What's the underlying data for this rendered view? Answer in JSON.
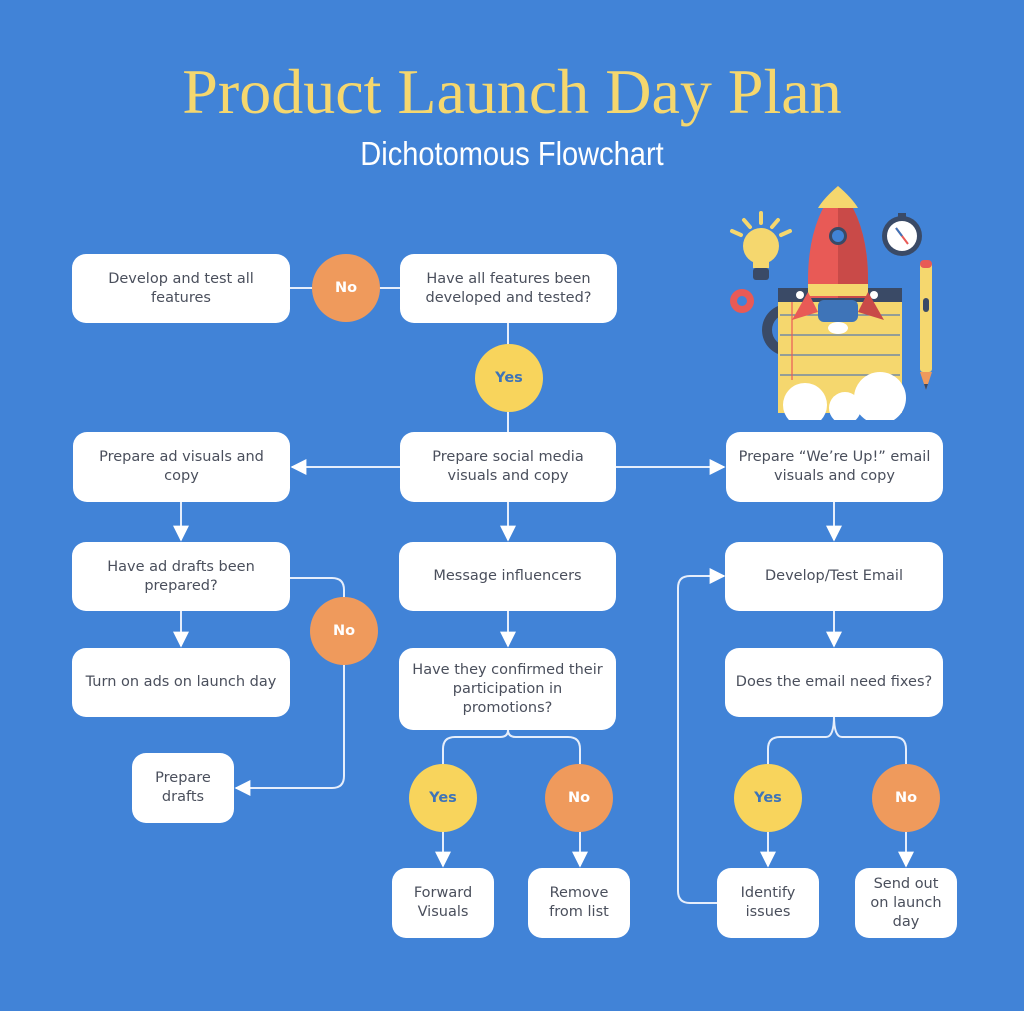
{
  "header": {
    "title": "Product Launch Day Plan",
    "subtitle": "Dichotomous Flowchart"
  },
  "colors": {
    "background": "#4183d7",
    "title": "#f5d76e",
    "node": "#ffffff",
    "yes": "#f8d45c",
    "no": "#ef9a5c",
    "connector": "#e6eefb"
  },
  "nodes": {
    "develop_test_features": "Develop and test all features",
    "features_developed_question": "Have all features been developed and tested?",
    "prepare_ad_visuals": "Prepare ad visuals and copy",
    "prepare_social_visuals": "Prepare social media visuals and copy",
    "prepare_email_visuals": "Prepare “We’re Up!” email visuals and copy",
    "ad_drafts_question": "Have ad drafts been prepared?",
    "message_influencers": "Message influencers",
    "develop_test_email": "Develop/Test Email",
    "turn_on_ads": "Turn on ads on launch day",
    "influencers_confirmed_question": "Have they confirmed their participation in promotions?",
    "email_fixes_question": "Does the email need fixes?",
    "prepare_drafts": "Prepare drafts",
    "forward_visuals": "Forward Visuals",
    "remove_from_list": "Remove from list",
    "identify_issues": "Identify issues",
    "send_out": "Send out on launch day"
  },
  "decisions": {
    "features_no": "No",
    "features_yes": "Yes",
    "ad_drafts_no": "No",
    "influencers_yes": "Yes",
    "influencers_no": "No",
    "email_yes": "Yes",
    "email_no": "No"
  },
  "illustration": {
    "icons": [
      "rocket-icon",
      "lightbulb-icon",
      "compass-icon",
      "pencil-icon",
      "notepad-icon",
      "gear-icon",
      "cloud-icon"
    ]
  }
}
